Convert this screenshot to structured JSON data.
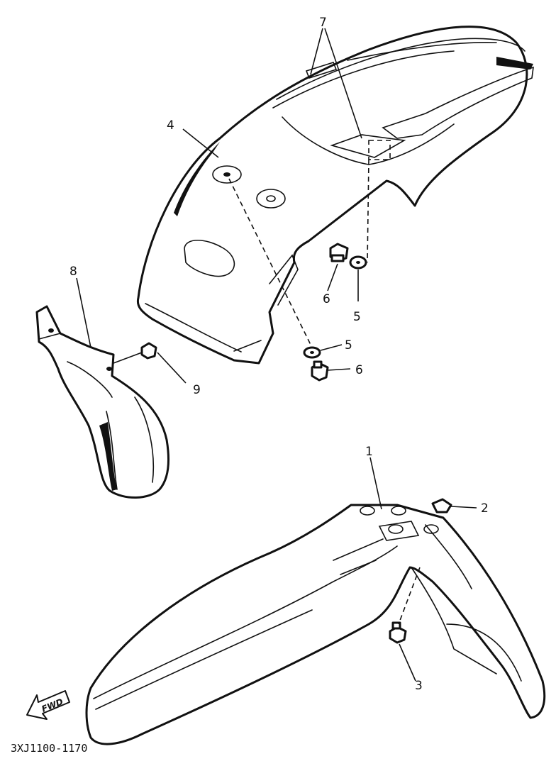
{
  "diagram": {
    "callouts": {
      "c1": "1",
      "c2": "2",
      "c3": "3",
      "c4": "4",
      "c5a": "5",
      "c5b": "5",
      "c6a": "6",
      "c6b": "6",
      "c7": "7",
      "c8": "8",
      "c9": "9"
    },
    "direction_label": "FWD",
    "drawing_code": "3XJ1100-1170"
  }
}
